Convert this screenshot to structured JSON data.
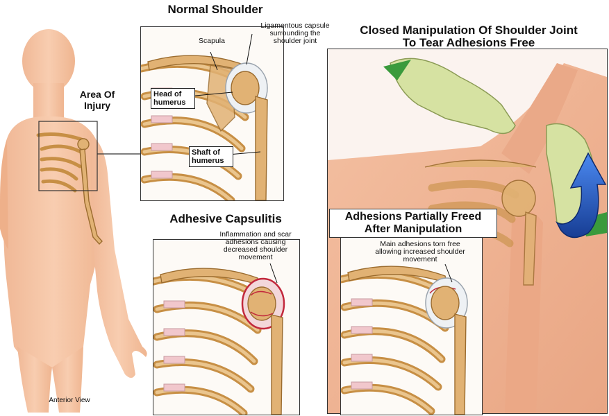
{
  "colors": {
    "skin": "#f5c4a4",
    "bone": "#e1b274",
    "bone_edge": "#9b6c2f",
    "cartilage": "#f1c7cc",
    "inflammation": "#c2283c",
    "glove": "#d6e2a2",
    "arrow": "#2a63d6"
  },
  "body_figure": {
    "area_label": "Area Of\nInjury",
    "view_label": "Anterior View"
  },
  "normal_shoulder": {
    "title": "Normal Shoulder",
    "labels": {
      "capsule": "Ligamentous capsule\nsurrounding the\nshoulder joint",
      "scapula": "Scapula",
      "head": "Head of\nhumerus",
      "shaft": "Shaft of\nhumerus"
    }
  },
  "adhesive_capsulitis": {
    "title": "Adhesive Capsulitis",
    "note": "Inflammation and scar\nadhesions causing\ndecreased shoulder\nmovement"
  },
  "manipulation": {
    "title": "Closed Manipulation Of Shoulder Joint\nTo Tear Adhesions Free"
  },
  "freed": {
    "title": "Adhesions Partially Freed\nAfter Manipulation",
    "note": "Main adhesions torn free\nallowing increased shoulder\nmovement"
  }
}
